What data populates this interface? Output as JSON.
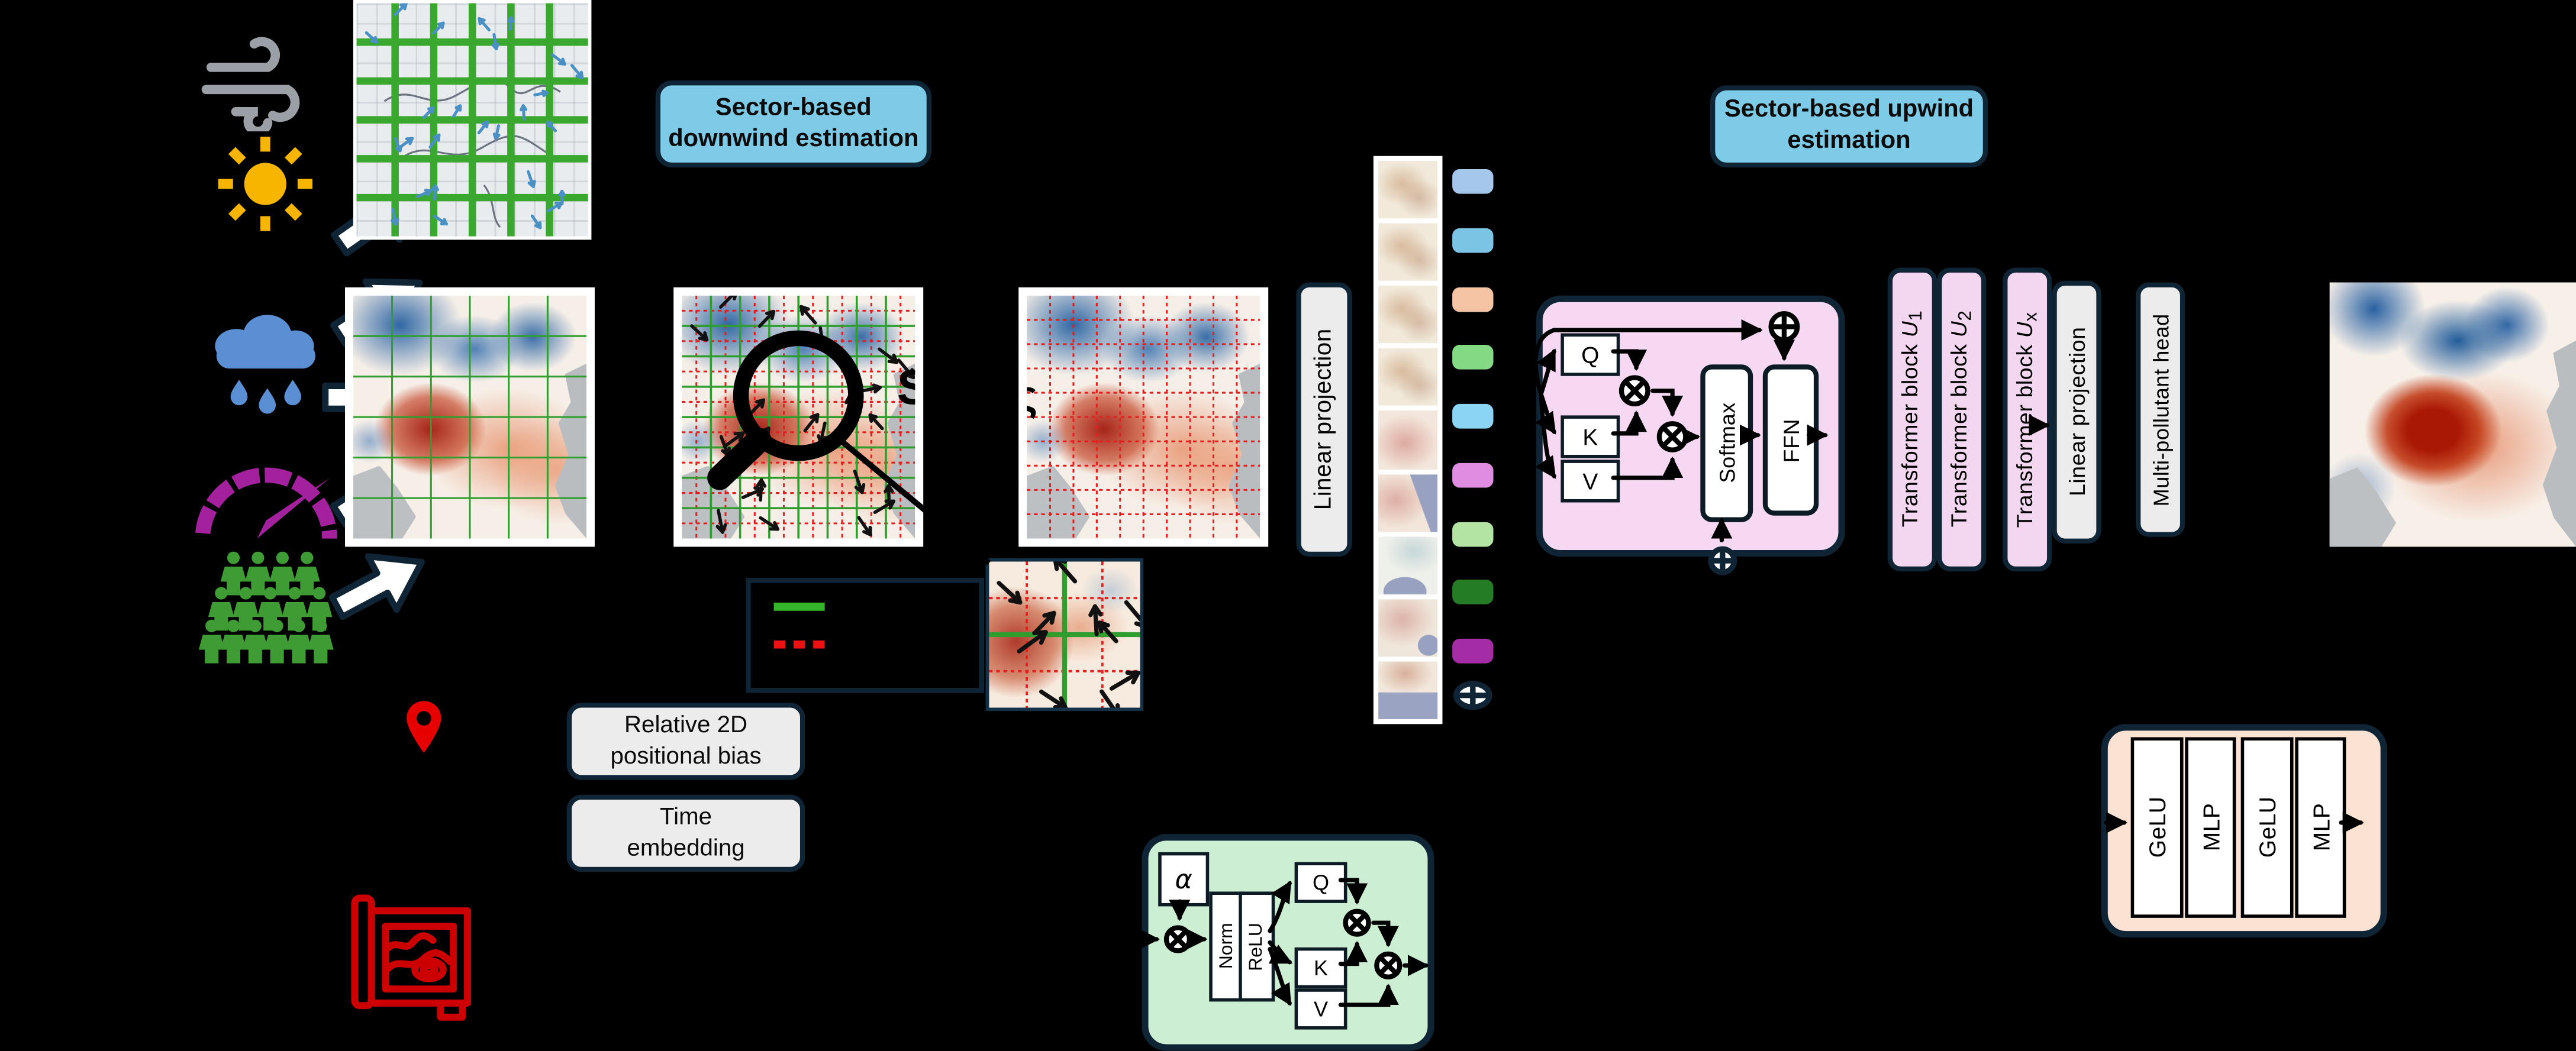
{
  "figure": {
    "stages": {
      "downwind_label": {
        "line1": "Sector-based",
        "line2": "downwind estimation"
      },
      "upwind_label": {
        "line1": "Sector-based upwind",
        "line2": "estimation"
      },
      "relative_bias_label": {
        "line1": "Relative 2D",
        "line2": "positional bias"
      },
      "time_embedding_label": {
        "line1": "Time",
        "line2": "embedding"
      },
      "linear_projection_label": "Linear projection",
      "multi_pollutant_label": "Multi-pollutant head"
    },
    "transformer_blocks": [
      {
        "base": "Transformer block ",
        "variable": "U",
        "subscript": "1"
      },
      {
        "base": "Transformer block ",
        "variable": "U",
        "subscript": "2"
      },
      {
        "base": "Transformer block ",
        "variable": "U",
        "subscript": "x"
      }
    ],
    "attention_block": {
      "q": "Q",
      "k": "K",
      "v": "V",
      "softmax": "Softmax",
      "ffn": "FFN"
    },
    "gated_attention_block": {
      "alpha": "α",
      "norm": "Norm",
      "relu": "ReLU",
      "q": "Q",
      "k": "K",
      "v": "V"
    },
    "ffn_head_block": {
      "layers": [
        "GeLU",
        "MLP",
        "GeLU",
        "MLP"
      ]
    },
    "text_fragments": {
      "s": "S",
      "curl": "ς"
    }
  },
  "colors": {
    "background": "#000000",
    "outline_navy": "#0f2535",
    "label_blue": "#7ecbe8",
    "label_gray": "#ececec",
    "block_pink": "#f6d8f2",
    "pill_pink": "#f3d6f0",
    "block_green": "#cceed2",
    "block_orange": "#fbe2d2",
    "grid_green": "#3aa82e",
    "grid_red": "#e32020",
    "wind_arrow_blue": "#4a90c4",
    "icon_wind_gray": "#9aa0a6",
    "icon_sun_yellow": "#f7b500",
    "icon_rain_blue": "#5b8fd4",
    "icon_gauge_magenta": "#a3219c",
    "icon_people_green": "#3f9c35",
    "icon_red": "#d40000",
    "patch_tokens": [
      "#a6c7ec",
      "#7cc4e4",
      "#f4c4a4",
      "#84d984",
      "#8cd4f4",
      "#e08ce0",
      "#b4e4a4",
      "#247c24",
      "#a42ca4"
    ]
  }
}
